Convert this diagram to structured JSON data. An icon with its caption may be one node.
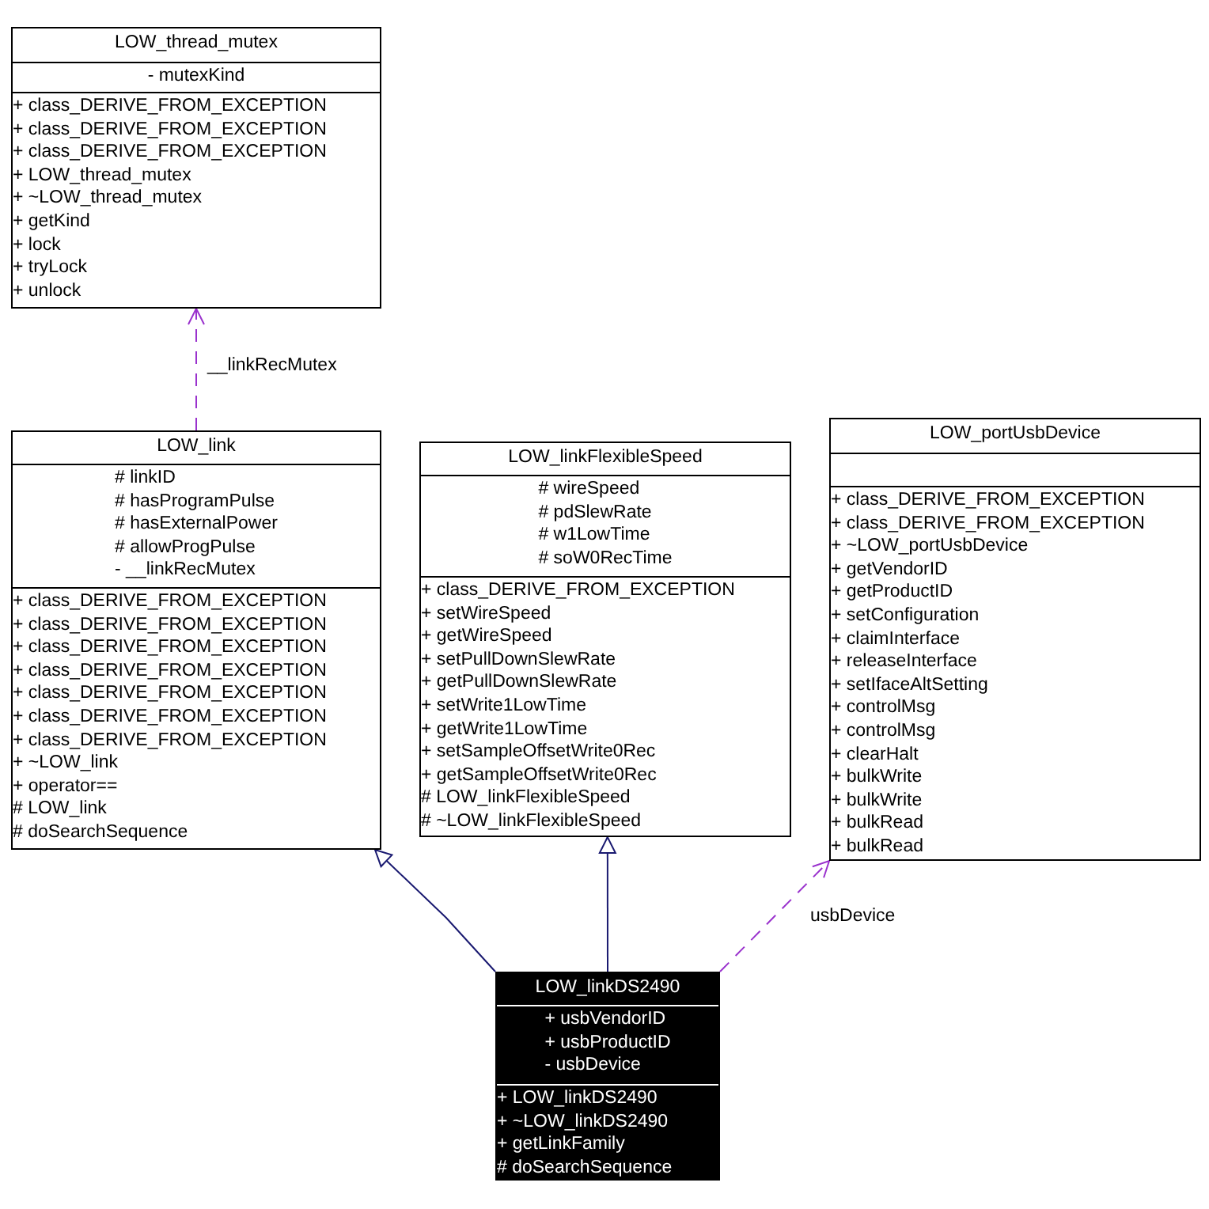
{
  "diagram": {
    "nodes": [
      {
        "text": [
          "LOW_thread_mutex"
        ]
      },
      {
        "text": [
          "- mutexKind"
        ],
        "in": 0
      },
      {
        "text": [
          "+ class_DERIVE_FROM_EXCEPTION",
          "+ class_DERIVE_FROM_EXCEPTION",
          "+ class_DERIVE_FROM_EXCEPTION",
          "+ LOW_thread_mutex",
          "+ ~LOW_thread_mutex",
          "+ getKind",
          "+ lock",
          "+ tryLock",
          "+ unlock"
        ],
        "in": 0
      },
      {
        "text": [
          "LOW_link"
        ]
      },
      {
        "text": [
          "# linkID",
          "# hasProgramPulse",
          "# hasExternalPower",
          "# allowProgPulse",
          "- __linkRecMutex"
        ],
        "in": 3
      },
      {
        "text": [
          "+ class_DERIVE_FROM_EXCEPTION",
          "+ class_DERIVE_FROM_EXCEPTION",
          "+ class_DERIVE_FROM_EXCEPTION",
          "+ class_DERIVE_FROM_EXCEPTION",
          "+ class_DERIVE_FROM_EXCEPTION",
          "+ class_DERIVE_FROM_EXCEPTION",
          "+ class_DERIVE_FROM_EXCEPTION",
          "+ ~LOW_link",
          "+ operator==",
          "# LOW_link",
          "# doSearchSequence"
        ],
        "in": 3
      },
      {
        "text": [
          "LOW_linkFlexibleSpeed"
        ]
      },
      {
        "text": [
          "# wireSpeed",
          "# pdSlewRate",
          "# w1LowTime",
          "# soW0RecTime"
        ],
        "in": 6
      },
      {
        "text": [
          "+ class_DERIVE_FROM_EXCEPTION",
          "+ setWireSpeed",
          "+ getWireSpeed",
          "+ setPullDownSlewRate",
          "+ getPullDownSlewRate",
          "+ setWrite1LowTime",
          "+ getWrite1LowTime",
          "+ setSampleOffsetWrite0Rec",
          "+ getSampleOffsetWrite0Rec",
          "# LOW_linkFlexibleSpeed",
          "# ~LOW_linkFlexibleSpeed"
        ],
        "in": 6
      },
      {
        "text": [
          "LOW_portUsbDevice"
        ]
      },
      {
        "text": [],
        "shape": "box",
        "in": 9
      },
      {
        "text": [
          "+ class_DERIVE_FROM_EXCEPTION",
          "+ class_DERIVE_FROM_EXCEPTION",
          "+ ~LOW_portUsbDevice",
          "+ getVendorID",
          "+ getProductID",
          "+ setConfiguration",
          "+ claimInterface",
          "+ releaseInterface",
          "+ setIfaceAltSetting",
          "+ controlMsg",
          "+ controlMsg",
          "+ clearHalt",
          "+ bulkWrite",
          "+ bulkWrite",
          "+ bulkRead",
          "+ bulkRead"
        ],
        "in": 9
      },
      {
        "text": [
          "LOW_linkDS2490"
        ]
      },
      {
        "text": [
          "+ usbVendorID",
          "+ usbProductID",
          "- usbDevice"
        ],
        "in": 12
      },
      {
        "text": [
          "+ LOW_linkDS2490",
          "+ ~LOW_linkDS2490",
          "+ getLinkFamily",
          "# doSearchSequence"
        ],
        "in": 12
      }
    ],
    "edges": [
      {
        "from": 3,
        "to": 0,
        "arrow": "to",
        "label": "__linkRecMutex",
        "style": "dashed",
        "color": "#9a32cd"
      },
      {
        "from": 12,
        "to": 3,
        "arrow": "to",
        "color": "#191970"
      },
      {
        "from": 12,
        "to": 6,
        "arrow": "to",
        "color": "#191970"
      },
      {
        "from": 12,
        "to": 9,
        "arrow": "to",
        "label": "usbDevice",
        "style": "dashed",
        "color": "#9a32cd"
      }
    ]
  }
}
